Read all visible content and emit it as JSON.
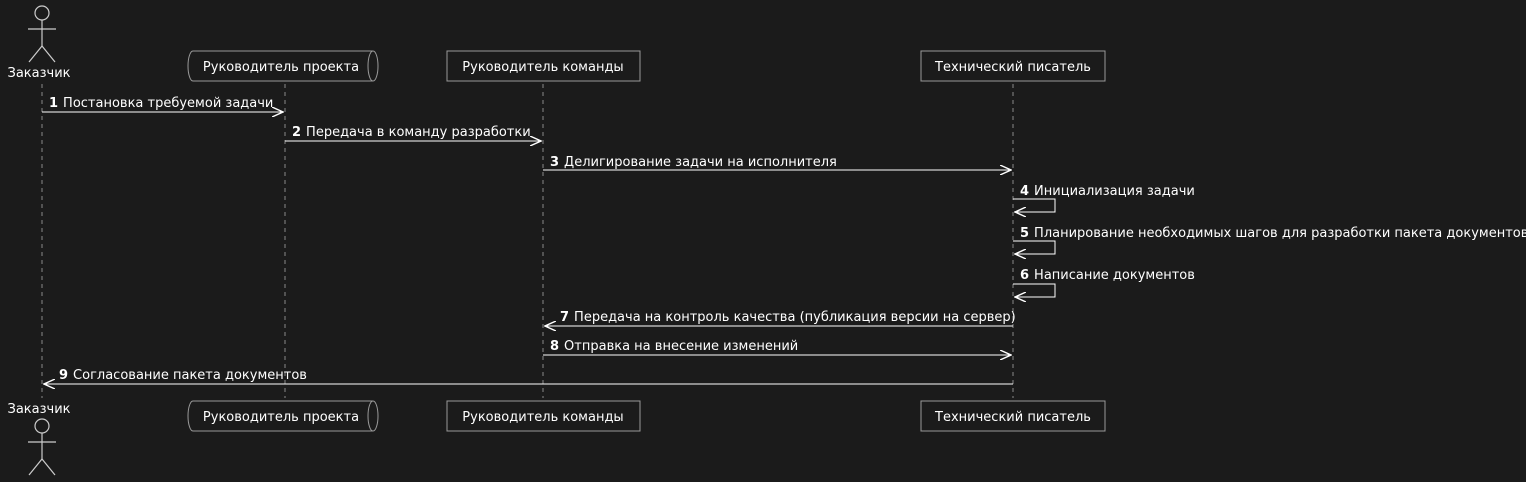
{
  "diagram": {
    "participants": [
      {
        "id": "customer",
        "label": "Заказчик",
        "kind": "actor"
      },
      {
        "id": "pm",
        "label": "Руководитель проекта",
        "kind": "queue"
      },
      {
        "id": "lead",
        "label": "Руководитель команды",
        "kind": "box"
      },
      {
        "id": "writer",
        "label": "Технический писатель",
        "kind": "box"
      }
    ],
    "messages": [
      {
        "num": "1",
        "text": "Постановка требуемой задачи",
        "from": "customer",
        "to": "pm"
      },
      {
        "num": "2",
        "text": "Передача в команду разработки",
        "from": "pm",
        "to": "lead"
      },
      {
        "num": "3",
        "text": "Делигирование задачи на исполнителя",
        "from": "lead",
        "to": "writer"
      },
      {
        "num": "4",
        "text": "Инициализация задачи",
        "from": "writer",
        "to": "writer"
      },
      {
        "num": "5",
        "text": "Планирование необходимых шагов для разработки пакета документов",
        "from": "writer",
        "to": "writer"
      },
      {
        "num": "6",
        "text": "Написание документов",
        "from": "writer",
        "to": "writer"
      },
      {
        "num": "7",
        "text": "Передача на контроль качества (публикация версии на сервер)",
        "from": "writer",
        "to": "lead"
      },
      {
        "num": "8",
        "text": "Отправка на внесение изменений",
        "from": "lead",
        "to": "writer"
      },
      {
        "num": "9",
        "text": "Согласование пакета документов",
        "from": "writer",
        "to": "customer"
      }
    ],
    "colors": {
      "background": "#1b1b1b",
      "line": "#ffffff",
      "lifeline": "#888888",
      "box_border": "#9a9a9a",
      "text": "#ffffff"
    }
  }
}
